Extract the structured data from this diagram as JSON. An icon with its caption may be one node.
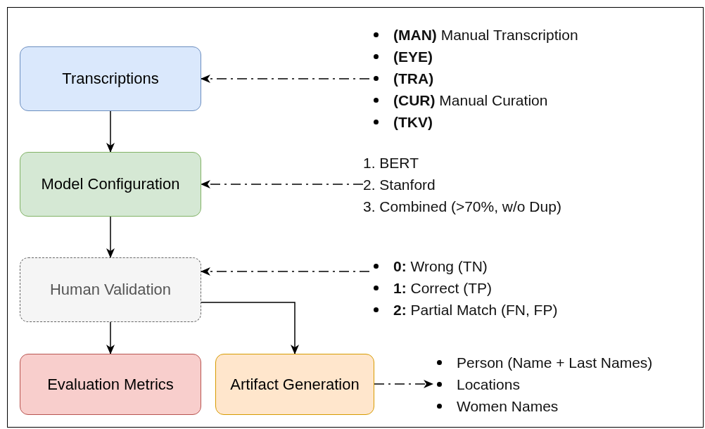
{
  "diagram": {
    "nodes": [
      {
        "text": [
          "Transcriptions"
        ]
      },
      {
        "text": [
          "Model Configuration"
        ]
      },
      {
        "text": [
          "Human Validation"
        ]
      },
      {
        "text": [
          "Evaluation Metrics"
        ]
      },
      {
        "text": [
          "Artifact Generation"
        ]
      },
      {
        "text": [
          "**(MAN)** Manual Transcription",
          "**(EYE)**",
          "**(TRA)**",
          "**(CUR)** Manual Curation",
          "**(TKV)**"
        ]
      },
      {
        "text": [
          "1. BERT",
          "2. Stanford",
          "3. Combined (>70%, w/o Dup)"
        ]
      },
      {
        "text": [
          "**0:** Wrong (TN)",
          "**1:** Correct (TP)",
          "**2:** Partial Match (FN, FP)"
        ]
      },
      {
        "text": [
          "Person (Name + Last Names)",
          "Locations",
          "Women Names"
        ]
      }
    ],
    "edges": [
      {
        "from": 5,
        "to": 0,
        "arrow": "to",
        "style": "dashed"
      },
      {
        "from": 0,
        "to": 1,
        "arrow": "to"
      },
      {
        "from": 6,
        "to": 1,
        "arrow": "to",
        "style": "dashed"
      },
      {
        "from": 1,
        "to": 2,
        "arrow": "to"
      },
      {
        "from": 7,
        "to": 2,
        "arrow": "to",
        "style": "dashed"
      },
      {
        "from": 2,
        "to": 3,
        "arrow": "to"
      },
      {
        "from": 2,
        "to": 4,
        "arrow": "to"
      },
      {
        "from": 4,
        "to": 8,
        "arrow": "to",
        "style": "dashed"
      }
    ]
  }
}
